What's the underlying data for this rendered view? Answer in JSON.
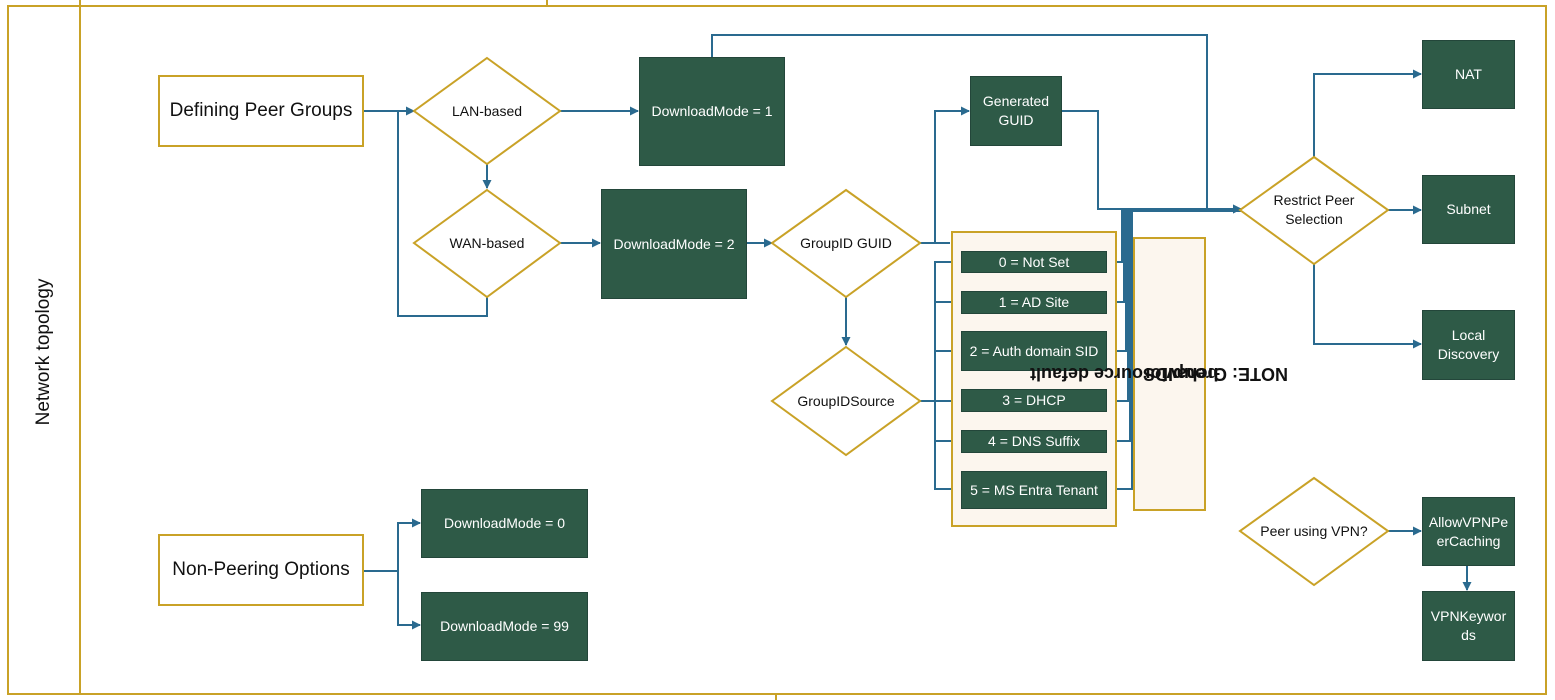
{
  "lane": {
    "title": "Network topology"
  },
  "nodes": {
    "defining_peer_groups": "Defining Peer Groups",
    "non_peering_options": "Non-Peering Options",
    "lan_based": "LAN-based",
    "wan_based": "WAN-based",
    "download_mode_1": "DownloadMode = 1",
    "download_mode_2": "DownloadMode = 2",
    "download_mode_0": "DownloadMode = 0",
    "download_mode_99": "DownloadMode = 99",
    "group_id_guid": "GroupID GUID",
    "generated_guid_line1": "Generated",
    "generated_guid_line2": "GUID",
    "group_id_source": "GroupIDSource",
    "restrict_line1": "Restrict Peer",
    "restrict_line2": "Selection",
    "nat": "NAT",
    "subnet": "Subnet",
    "local_discovery_line1": "Local",
    "local_discovery_line2": "Discovery",
    "peer_using_vpn": "Peer using VPN?",
    "allow_vpn_line1": "AllowVPNPe",
    "allow_vpn_line2": "erCaching",
    "vpn_keywords_line1": "VPNKeywor",
    "vpn_keywords_line2": "ds"
  },
  "group_id_source_options": [
    "0 = Not Set",
    "1 = AD Site",
    "2 = Auth domain SID",
    "3 = DHCP",
    "4 = DNS Suffix",
    "5 = MS Entra Tenant"
  ],
  "note": {
    "line1": "NOTE: GroupIDSource default",
    "line2": "behavior"
  },
  "colors": {
    "lane_border": "#c9a227",
    "green_fill": "#2e5a47",
    "connector": "#2a6a8f",
    "note_fill": "#fcf6ee"
  }
}
